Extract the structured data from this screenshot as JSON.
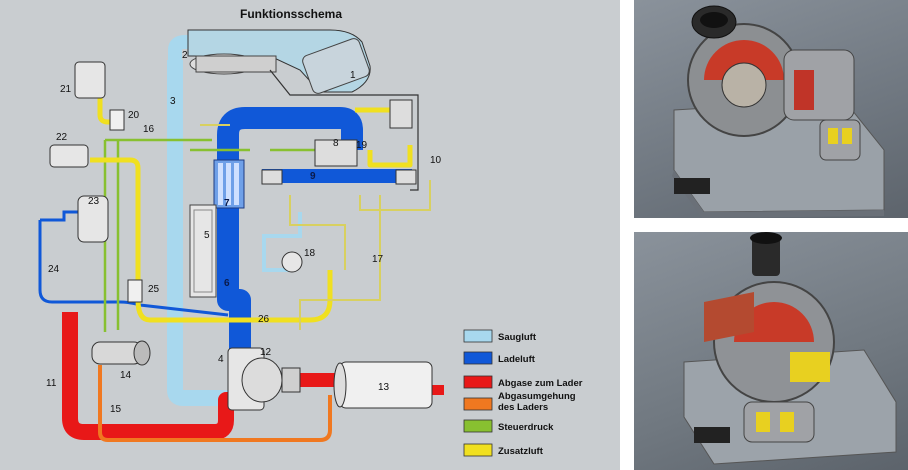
{
  "diagram": {
    "title": "Funktionsschema",
    "component_numbers": [
      "1",
      "2",
      "3",
      "4",
      "5",
      "6",
      "7",
      "8",
      "9",
      "10",
      "11",
      "12",
      "13",
      "14",
      "15",
      "16",
      "17",
      "18",
      "19",
      "20",
      "21",
      "22",
      "23",
      "24",
      "25",
      "26"
    ],
    "legend": [
      {
        "label": "Saugluft",
        "color": "#a8d8ee"
      },
      {
        "label": "Ladeluft",
        "color": "#1058d8"
      },
      {
        "label": "Abgase zum Lader",
        "color": "#e81818"
      },
      {
        "label": "Abgasumgehung",
        "label2": "des Laders",
        "color": "#f07820"
      },
      {
        "label": "Steuerdruck",
        "color": "#88c030"
      },
      {
        "label": "Zusatzluft",
        "color": "#f0e020"
      }
    ]
  },
  "photos": {
    "top": {
      "subject": "turbocharger cutaway model on base plate"
    },
    "bottom": {
      "subject": "turbocharger cutaway model on base plate"
    }
  }
}
